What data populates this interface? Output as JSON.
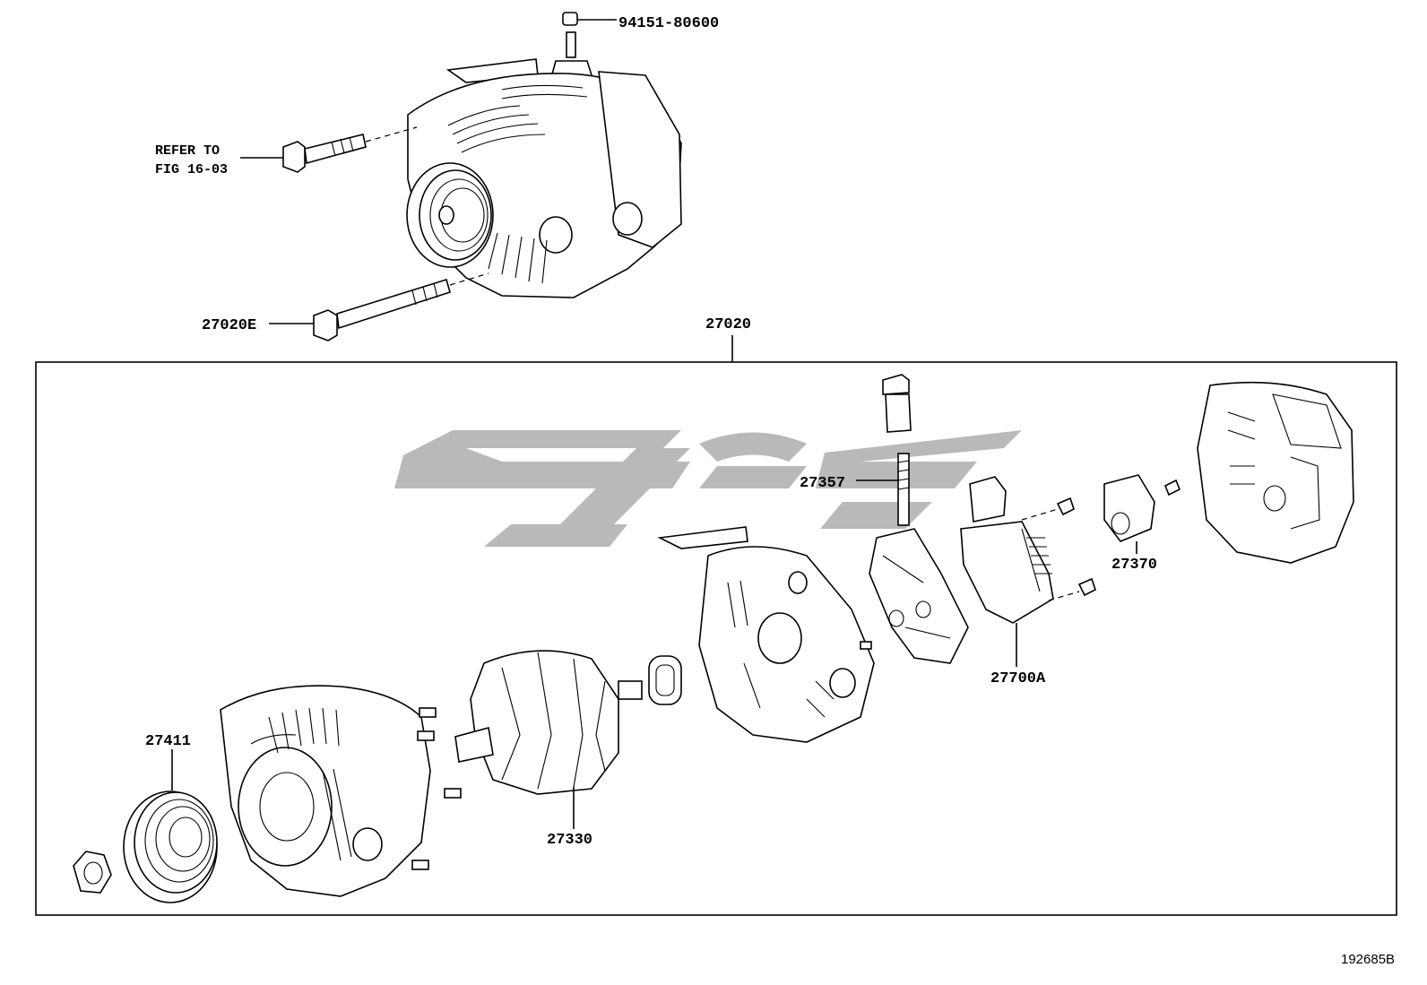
{
  "diagram": {
    "part_numbers": {
      "top_bolt": "94151-80600",
      "long_bolt": "27020E",
      "assembly": "27020",
      "brush_holder_terminal": "27357",
      "regulator": "27700A",
      "terminal_insulator": "27370",
      "pulley": "27411",
      "rotor": "27330"
    },
    "reference": {
      "line1": "REFER TO",
      "line2": "FIG 16-03"
    },
    "figure_number": "192685B"
  }
}
